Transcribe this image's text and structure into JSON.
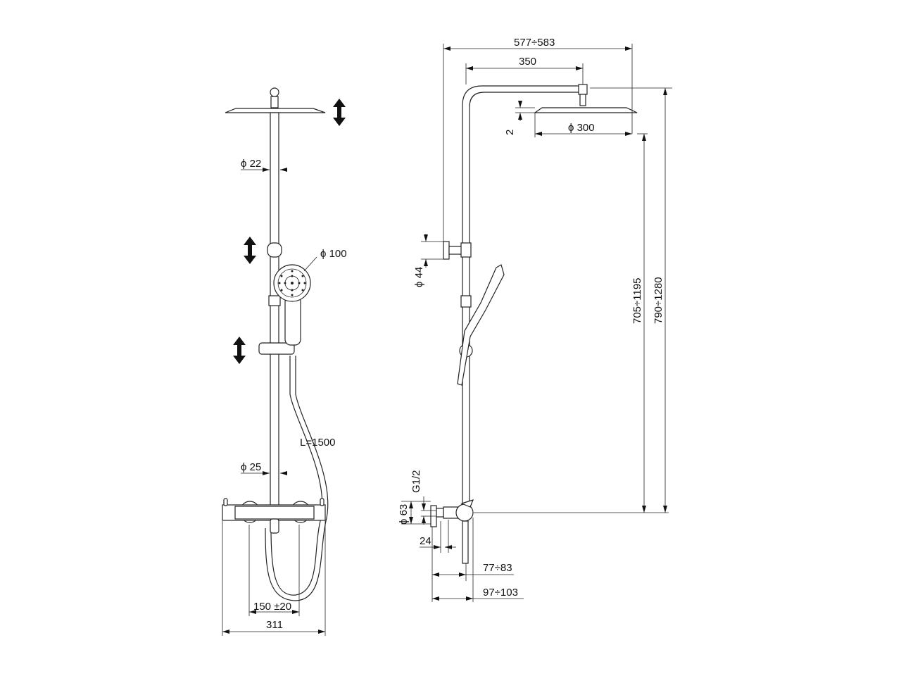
{
  "front_view": {
    "pipe_upper_diameter": "ϕ 22",
    "hand_shower_diameter": "ϕ 100",
    "hose_length": "L=1500",
    "pipe_lower_diameter": "ϕ 25",
    "inlet_spacing": "150 ±20",
    "mixer_width": "311"
  },
  "side_view": {
    "overall_projection": "577÷583",
    "arm_length": "350",
    "head_thickness": "2",
    "head_diameter": "ϕ 300",
    "bracket_diameter": "ϕ 44",
    "height_adjustable": "705÷1195",
    "total_height": "790÷1280",
    "connection_thread": "G1/2",
    "eccentric_diameter": "ϕ 63",
    "eccentric_depth": "24",
    "wall_distance_short": "77÷83",
    "wall_distance_long": "97÷103"
  }
}
